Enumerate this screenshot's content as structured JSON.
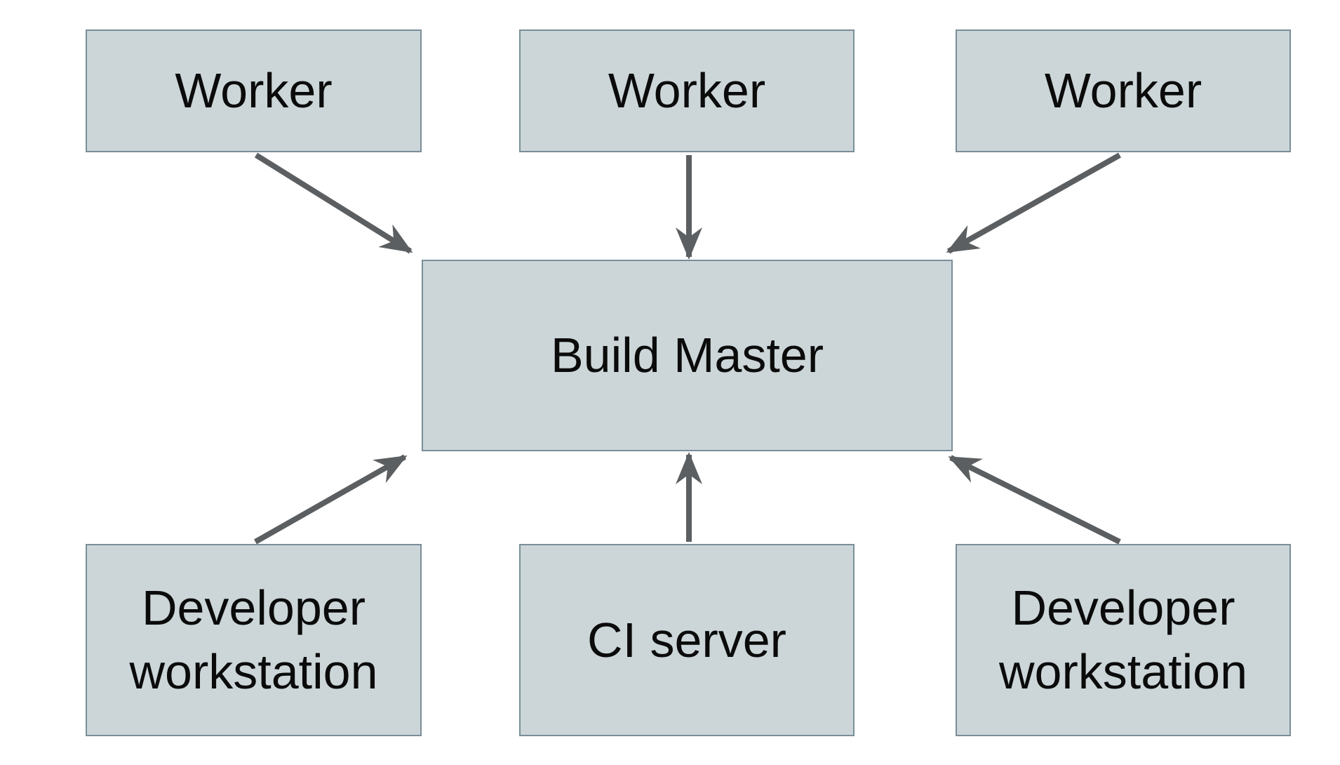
{
  "diagram": {
    "nodes": {
      "worker1": {
        "label": "Worker"
      },
      "worker2": {
        "label": "Worker"
      },
      "worker3": {
        "label": "Worker"
      },
      "build_master": {
        "label": "Build Master"
      },
      "dev_workstation_left": {
        "label": "Developer workstation"
      },
      "ci_server": {
        "label": "CI server"
      },
      "dev_workstation_right": {
        "label": "Developer workstation"
      }
    },
    "edges": [
      {
        "from": "worker1",
        "to": "build_master"
      },
      {
        "from": "worker2",
        "to": "build_master"
      },
      {
        "from": "worker3",
        "to": "build_master"
      },
      {
        "from": "dev_workstation_left",
        "to": "build_master"
      },
      {
        "from": "ci_server",
        "to": "build_master"
      },
      {
        "from": "dev_workstation_right",
        "to": "build_master"
      }
    ],
    "colors": {
      "background": "#ffffff",
      "node_fill": "#ccd6d9",
      "node_border": "#7a8e98",
      "arrow": "#5c5f61",
      "text": "#0b0b0b"
    }
  }
}
